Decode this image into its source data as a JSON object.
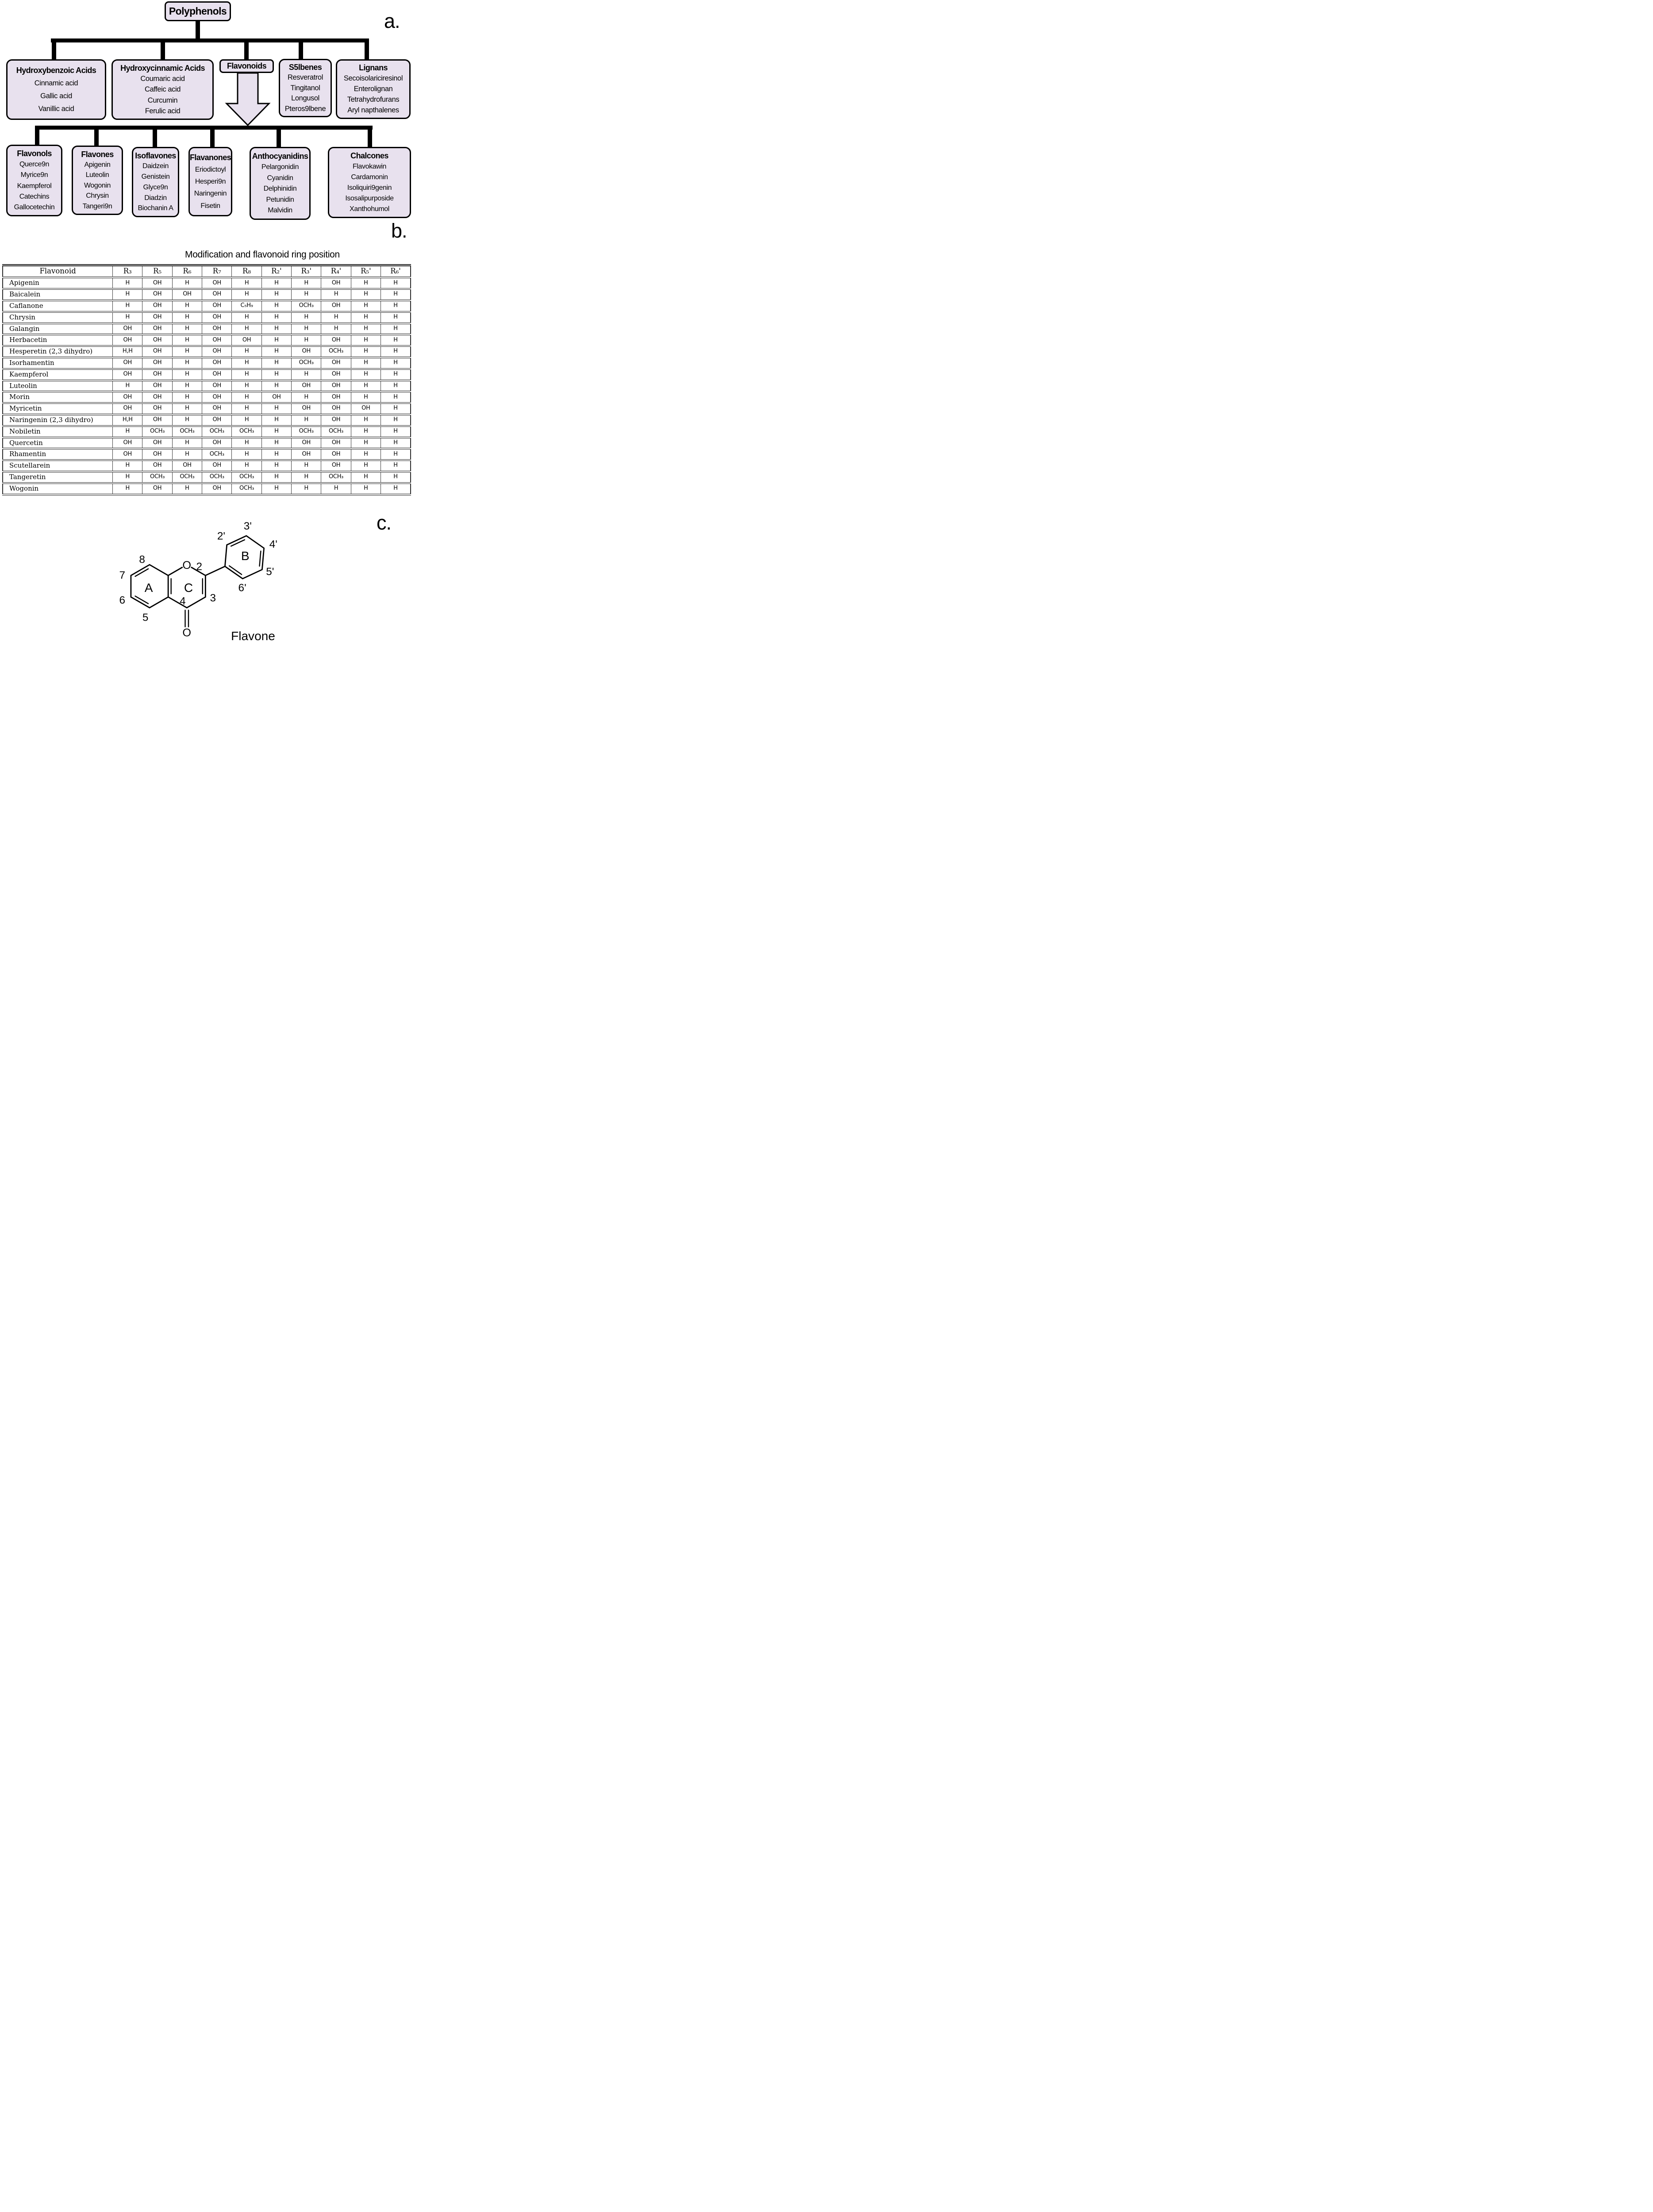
{
  "colors": {
    "box_fill": "#e8e1ee",
    "line": "#000000",
    "table_border": "#2b2b2b"
  },
  "panel_a": {
    "label": "a.",
    "root": "Polyphenols",
    "row1": [
      {
        "title": "Hydroxybenzoic Acids",
        "items": [
          "Cinnamic acid",
          "Gallic acid",
          "Vanillic acid"
        ]
      },
      {
        "title": "Hydroxycinnamic Acids",
        "items": [
          "Coumaric acid",
          "Caffeic acid",
          "Curcumin",
          "Ferulic acid"
        ]
      },
      {
        "title": "Flavonoids",
        "items": []
      },
      {
        "title": "S5lbenes",
        "items": [
          "Resveratrol",
          "Tingitanol",
          "Longusol",
          "Pteros9lbene"
        ]
      },
      {
        "title": "Lignans",
        "items": [
          "Secoisolariciresinol",
          "Enterolignan",
          "Tetrahydrofurans",
          "Aryl napthalenes"
        ]
      }
    ],
    "row2": [
      {
        "title": "Flavonols",
        "items": [
          "Querce9n",
          "Myrice9n",
          "Kaempferol",
          "Catechins",
          "Gallocetechin"
        ]
      },
      {
        "title": "Flavones",
        "items": [
          "Apigenin",
          "Luteolin",
          "Wogonin",
          "Chrysin",
          "Tangeri9n"
        ]
      },
      {
        "title": "Isoflavones",
        "items": [
          "Daidzein",
          "Genistein",
          "Glyce9n",
          "Diadzin",
          "Biochanin A"
        ]
      },
      {
        "title": "Flavanones",
        "items": [
          "Eriodictoyl",
          "Hesperi9n",
          "Naringenin",
          "Fisetin"
        ]
      },
      {
        "title": "Anthocyanidins",
        "items": [
          "Pelargonidin",
          "Cyanidin",
          "Delphinidin",
          "Petunidin",
          "Malvidin"
        ]
      },
      {
        "title": "Chalcones",
        "items": [
          "Flavokawin",
          "Cardamonin",
          "Isoliquiri9genin",
          "Isosalipurposide",
          "Xanthohumol"
        ]
      }
    ]
  },
  "panel_b": {
    "label": "b.",
    "title": "Modification and flavonoid ring position",
    "table": {
      "headers": [
        "Flavonoid",
        "R₃",
        "R₅",
        "R₆",
        "R₇",
        "R₈",
        "R₂'",
        "R₃'",
        "R₄'",
        "R₅'",
        "R₆'"
      ],
      "rows": [
        [
          "Apigenin",
          "H",
          "OH",
          "H",
          "OH",
          "H",
          "H",
          "H",
          "OH",
          "H",
          "H"
        ],
        [
          "Baicalein",
          "H",
          "OH",
          "OH",
          "OH",
          "H",
          "H",
          "H",
          "H",
          "H",
          "H"
        ],
        [
          "Caflanone",
          "H",
          "OH",
          "H",
          "OH",
          "C₅H₉",
          "H",
          "OCH₃",
          "OH",
          "H",
          "H"
        ],
        [
          "Chrysin",
          "H",
          "OH",
          "H",
          "OH",
          "H",
          "H",
          "H",
          "H",
          "H",
          "H"
        ],
        [
          "Galangin",
          "OH",
          "OH",
          "H",
          "OH",
          "H",
          "H",
          "H",
          "H",
          "H",
          "H"
        ],
        [
          "Herbacetin",
          "OH",
          "OH",
          "H",
          "OH",
          "OH",
          "H",
          "H",
          "OH",
          "H",
          "H"
        ],
        [
          "Hesperetin (2,3 dihydro)",
          "H,H",
          "OH",
          "H",
          "OH",
          "H",
          "H",
          "OH",
          "OCH₃",
          "H",
          "H"
        ],
        [
          "Isorhamentin",
          "OH",
          "OH",
          "H",
          "OH",
          "H",
          "H",
          "OCH₃",
          "OH",
          "H",
          "H"
        ],
        [
          "Kaempferol",
          "OH",
          "OH",
          "H",
          "OH",
          "H",
          "H",
          "H",
          "OH",
          "H",
          "H"
        ],
        [
          "Luteolin",
          "H",
          "OH",
          "H",
          "OH",
          "H",
          "H",
          "OH",
          "OH",
          "H",
          "H"
        ],
        [
          "Morin",
          "OH",
          "OH",
          "H",
          "OH",
          "H",
          "OH",
          "H",
          "OH",
          "H",
          "H"
        ],
        [
          "Myricetin",
          "OH",
          "OH",
          "H",
          "OH",
          "H",
          "H",
          "OH",
          "OH",
          "OH",
          "H"
        ],
        [
          "Naringenin (2,3 dihydro)",
          "H,H",
          "OH",
          "H",
          "OH",
          "H",
          "H",
          "H",
          "OH",
          "H",
          "H"
        ],
        [
          "Nobiletin",
          "H",
          "OCH₃",
          "OCH₃",
          "OCH₃",
          "OCH₃",
          "H",
          "OCH₃",
          "OCH₃",
          "H",
          "H"
        ],
        [
          "Quercetin",
          "OH",
          "OH",
          "H",
          "OH",
          "H",
          "H",
          "OH",
          "OH",
          "H",
          "H"
        ],
        [
          "Rhamentin",
          "OH",
          "OH",
          "H",
          "OCH₃",
          "H",
          "H",
          "OH",
          "OH",
          "H",
          "H"
        ],
        [
          "Scutellarein",
          "H",
          "OH",
          "OH",
          "OH",
          "H",
          "H",
          "H",
          "OH",
          "H",
          "H"
        ],
        [
          "Tangeretin",
          "H",
          "OCH₃",
          "OCH₃",
          "OCH₃",
          "OCH₃",
          "H",
          "H",
          "OCH₃",
          "H",
          "H"
        ],
        [
          "Wogonin",
          "H",
          "OH",
          "H",
          "OH",
          "OCH₃",
          "H",
          "H",
          "H",
          "H",
          "H"
        ]
      ]
    }
  },
  "panel_c": {
    "label": "c.",
    "molecule": "Flavone",
    "labels": {
      "r8": "8",
      "r7": "7",
      "r6": "6",
      "r5": "5",
      "o1": "O",
      "c2": "2",
      "c3": "3",
      "c4": "4",
      "o4": "O",
      "b2": "2'",
      "b3": "3'",
      "b4": "4'",
      "b5": "5'",
      "b6": "6'",
      "ringA": "A",
      "ringB": "B",
      "ringC": "C",
      "name": "Flavone"
    }
  }
}
